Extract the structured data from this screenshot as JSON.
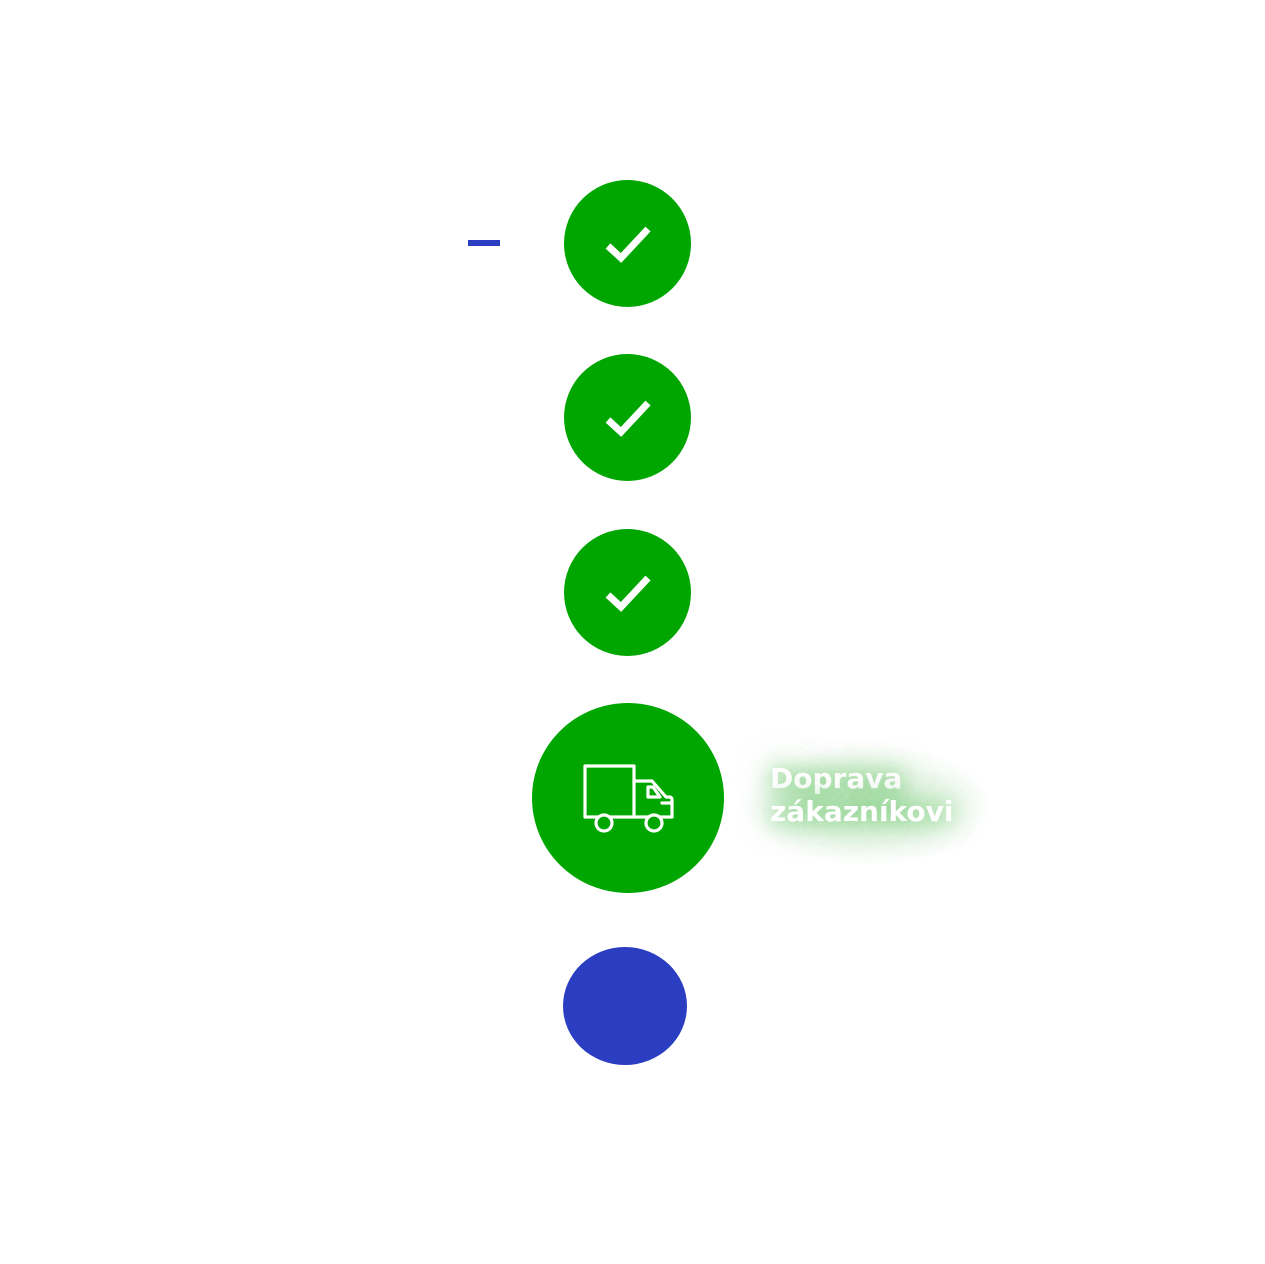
{
  "colors": {
    "done": "#00a600",
    "active": "#00a600",
    "pending": "#2b3ec1",
    "marker": "#2b3ec1",
    "icon": "#ffffff"
  },
  "steps": [
    {
      "state": "done",
      "icon": "check-icon"
    },
    {
      "state": "done",
      "icon": "check-icon"
    },
    {
      "state": "done",
      "icon": "check-icon"
    },
    {
      "state": "active",
      "icon": "truck-icon",
      "label_line1": "Doprava",
      "label_line2": "zákazníkovi"
    },
    {
      "state": "pending",
      "icon": ""
    }
  ]
}
